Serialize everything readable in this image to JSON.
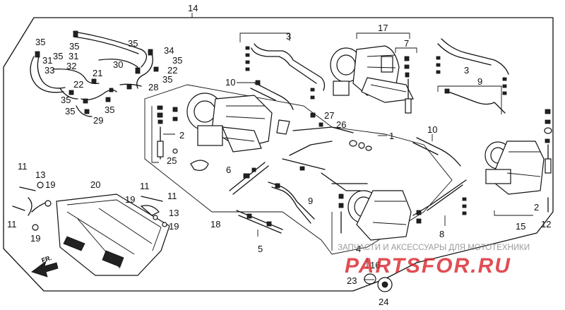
{
  "diagram": {
    "numbers": {
      "n14": "14",
      "n3a": "3",
      "n17": "17",
      "n7": "7",
      "n3b": "3",
      "n35a": "35",
      "n35b": "35",
      "n35c": "35",
      "n35d": "35",
      "n35e": "35",
      "n35f": "35",
      "n35g": "35",
      "n35h": "35",
      "n31a": "31",
      "n31b": "31",
      "n32": "32",
      "n33": "33",
      "n34": "34",
      "n30": "30",
      "n21": "21",
      "n22a": "22",
      "n22b": "22",
      "n28": "28",
      "n29": "29",
      "n10a": "10",
      "n9a": "9",
      "n27": "27",
      "n26": "26",
      "n1": "1",
      "n2a": "2",
      "n25": "25",
      "n6": "6",
      "n10b": "10",
      "n9b": "9",
      "n11a": "11",
      "n13a": "13",
      "n19a": "19",
      "n11b": "11",
      "n19b": "19",
      "n20": "20",
      "n11c": "11",
      "n11d": "11",
      "n19c": "19",
      "n13b": "13",
      "n19d": "19",
      "n18": "18",
      "n5": "5",
      "n4": "4",
      "n8": "8",
      "n15": "15",
      "n2b": "2",
      "n12": "12",
      "n16": "16",
      "n23": "23",
      "n24": "24"
    },
    "fr_label": "FR."
  },
  "watermark": {
    "tagline": "ЗАПЧАСТИ И АКСЕССУАРЫ ДЛЯ МОТОТЕХНИКИ",
    "brand": "PARTSFOR.RU"
  },
  "colors": {
    "line": "#111111",
    "watermark_red": "#d9232a",
    "watermark_grey": "#8a8a8a"
  }
}
